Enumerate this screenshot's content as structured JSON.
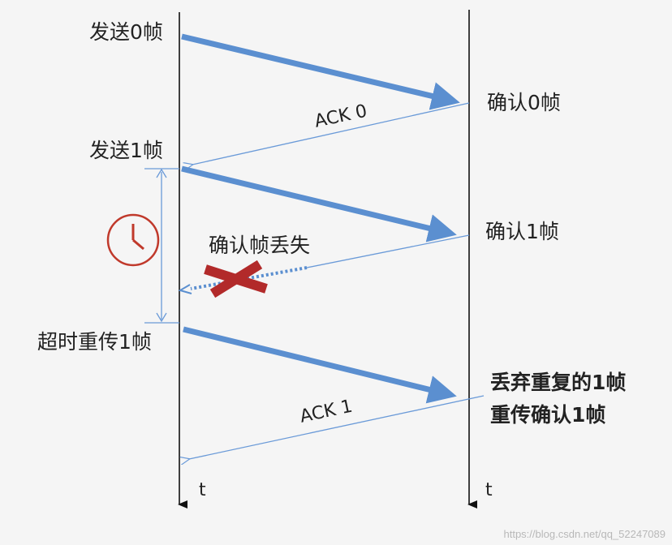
{
  "sender_events": {
    "send_frame0": "发送0帧",
    "send_frame1": "发送1帧",
    "timeout_resend": "超时重传1帧"
  },
  "receiver_events": {
    "ack_frame0": "确认0帧",
    "ack_frame1": "确认1帧",
    "discard_duplicate": "丢弃重复的1帧",
    "resend_ack": "重传确认1帧"
  },
  "messages": {
    "ack0": "ACK 0",
    "ack_lost": "确认帧丢失",
    "ack1": "ACK 1"
  },
  "time_axis_label": "t",
  "watermark": "https://blog.csdn.net/qq_52247089",
  "colors": {
    "data_arrow": "#5b8fd0",
    "ack_arrow": "#6a9ad8",
    "lost_cross": "#b22a2a",
    "clock": "#c0392b",
    "timeline": "#111111"
  }
}
